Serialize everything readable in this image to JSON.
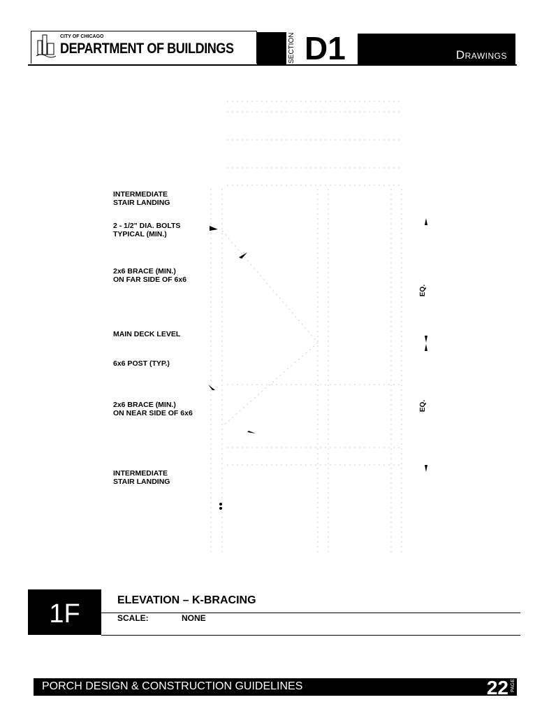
{
  "header": {
    "city": "CITY OF CHICAGO",
    "department": "DEPARTMENT OF BUILDINGS",
    "section_label": "SECTION",
    "section": "D1",
    "section_title": "Drawings"
  },
  "labels": [
    {
      "line1": "INTERMEDIATE",
      "line2": "STAIR LANDING"
    },
    {
      "line1": "2 - 1/2\" DIA. BOLTS",
      "line2": "TYPICAL (MIN.)"
    },
    {
      "line1": "2x6 BRACE (MIN.)",
      "line2": "ON FAR SIDE OF 6x6"
    },
    {
      "line1": "MAIN DECK LEVEL",
      "line2": ""
    },
    {
      "line1": "6x6 POST (TYP.)",
      "line2": ""
    },
    {
      "line1": "2x6 BRACE (MIN.)",
      "line2": "ON NEAR SIDE OF 6x6"
    },
    {
      "line1": "INTERMEDIATE",
      "line2": "STAIR LANDING"
    }
  ],
  "dims": {
    "eq1": "EQ.",
    "eq2": "EQ."
  },
  "figure": {
    "id": "1F",
    "title": "ELEVATION – K-BRACING",
    "scale_label": "SCALE:",
    "scale_value": "NONE"
  },
  "footer": {
    "title": "PORCH DESIGN & CONSTRUCTION GUIDELINES",
    "page": "22",
    "page_label": "PAGE"
  }
}
